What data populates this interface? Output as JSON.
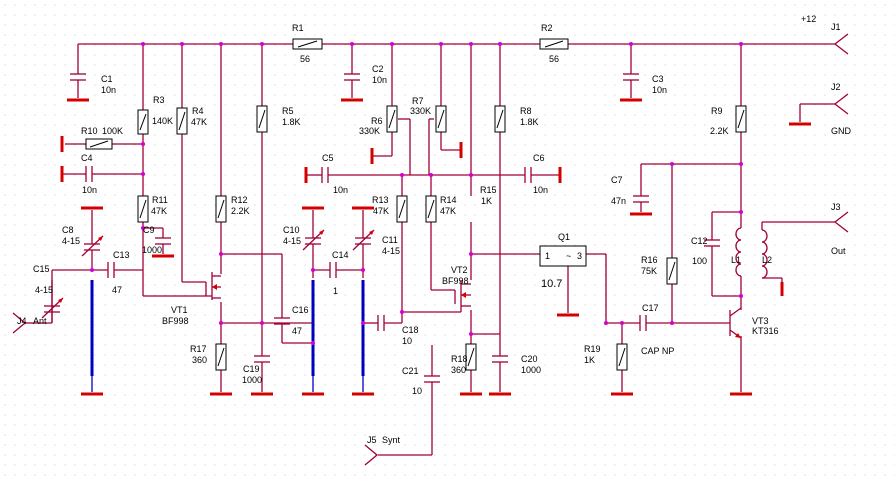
{
  "diagram": {
    "rail_label": "+12",
    "connectors": {
      "J1": "J1",
      "J2": "J2",
      "J2_label": "GND",
      "J3": "J3",
      "J3_label": "Out",
      "J4": "J4",
      "J4_label": "Ant",
      "J5": "J5",
      "J5_label": "Synt"
    },
    "resistors": {
      "R1": {
        "ref": "R1",
        "value": "56"
      },
      "R2": {
        "ref": "R2",
        "value": "56"
      },
      "R3": {
        "ref": "R3",
        "value": "140K"
      },
      "R4": {
        "ref": "R4",
        "value": "47K"
      },
      "R5": {
        "ref": "R5",
        "value": "1.8K"
      },
      "R6": {
        "ref": "R6",
        "value": "330K"
      },
      "R7": {
        "ref": "R7",
        "value": "330K"
      },
      "R8": {
        "ref": "R8",
        "value": "1.8K"
      },
      "R9": {
        "ref": "R9",
        "value": "2.2K"
      },
      "R10": {
        "ref": "R10",
        "value": "100K"
      },
      "R11": {
        "ref": "R11",
        "value": "47K"
      },
      "R12": {
        "ref": "R12",
        "value": "2.2K"
      },
      "R13": {
        "ref": "R13",
        "value": "47K"
      },
      "R14": {
        "ref": "R14",
        "value": "47K"
      },
      "R15": {
        "ref": "R15",
        "value": "1K"
      },
      "R16": {
        "ref": "R16",
        "value": "75K"
      },
      "R17": {
        "ref": "R17",
        "value": "360"
      },
      "R18": {
        "ref": "R18",
        "value": "360"
      },
      "R19": {
        "ref": "R19",
        "value": "1K"
      }
    },
    "capacitors": {
      "C1": {
        "ref": "C1",
        "value": "10n"
      },
      "C2": {
        "ref": "C2",
        "value": "10n"
      },
      "C3": {
        "ref": "C3",
        "value": "10n"
      },
      "C4": {
        "ref": "C4",
        "value": "10n"
      },
      "C5": {
        "ref": "C5",
        "value": "10n"
      },
      "C6": {
        "ref": "C6",
        "value": "10n"
      },
      "C7": {
        "ref": "C7",
        "value": "47n"
      },
      "C8": {
        "ref": "C8",
        "value": "4-15"
      },
      "C9": {
        "ref": "C9",
        "value": "1000"
      },
      "C10": {
        "ref": "C10",
        "value": "4-15"
      },
      "C11": {
        "ref": "C11",
        "value": "4-15"
      },
      "C12": {
        "ref": "C12",
        "value": "100"
      },
      "C13": {
        "ref": "C13",
        "value": "47"
      },
      "C14": {
        "ref": "C14",
        "value": "1"
      },
      "C15": {
        "ref": "C15",
        "value": "4-15"
      },
      "C16": {
        "ref": "C16",
        "value": "47"
      },
      "C17": {
        "ref": "C17",
        "value": "CAP NP"
      },
      "C18": {
        "ref": "C18",
        "value": "10"
      },
      "C19": {
        "ref": "C19",
        "value": "1000"
      },
      "C20": {
        "ref": "C20",
        "value": "1000"
      },
      "C21": {
        "ref": "C21",
        "value": "10"
      }
    },
    "transistors": {
      "VT1": {
        "ref": "VT1",
        "value": "BF998"
      },
      "VT2": {
        "ref": "VT2",
        "value": "BF998"
      },
      "VT3": {
        "ref": "VT3",
        "value": "KT316"
      }
    },
    "inductors": {
      "L1": "L1",
      "L2": "L2"
    },
    "crystal": {
      "ref": "Q1",
      "pin1": "1",
      "pin3": "3",
      "value": "10.7"
    }
  }
}
